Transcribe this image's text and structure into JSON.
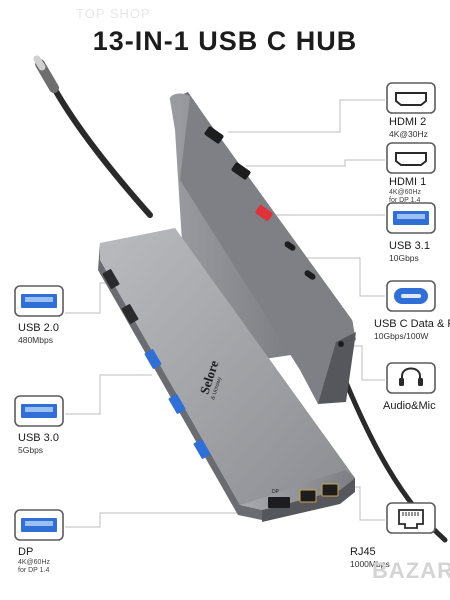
{
  "title": "13-IN-1 USB C HUB",
  "watermark": "TOP SHOP",
  "watermark_bottom": "BAZAR",
  "product": {
    "brand": "Selore",
    "brand_sub": "& Ucrowy",
    "port_dp_label": "DP"
  },
  "ports_right": [
    {
      "name": "HDMI 2",
      "spec": "4K@30Hz",
      "sub": "",
      "icon": "hdmi-port-icon"
    },
    {
      "name": "HDMI 1",
      "spec": "4K@60Hz",
      "sub": "for DP 1.4",
      "icon": "hdmi-port-icon"
    },
    {
      "name": "USB 3.1",
      "spec": "10Gbps",
      "sub": "",
      "icon": "usb-a-port-icon"
    },
    {
      "name": "USB C Data & PD",
      "spec": "10Gbps/100W",
      "sub": "",
      "icon": "usb-c-port-icon"
    },
    {
      "name": "Audio&Mic",
      "spec": "",
      "sub": "",
      "icon": "headphones-icon"
    },
    {
      "name": "RJ45",
      "spec": "1000Mbps",
      "sub": "",
      "icon": "ethernet-port-icon"
    }
  ],
  "ports_left": [
    {
      "name": "USB 2.0",
      "spec": "480Mbps",
      "sub": "",
      "icon": "usb-a-port-icon"
    },
    {
      "name": "USB 3.0",
      "spec": "5Gbps",
      "sub": "",
      "icon": "usb-a-port-icon"
    },
    {
      "name": "DP",
      "spec": "4K@60Hz",
      "sub": "for DP 1.4",
      "icon": "usb-a-port-icon"
    }
  ],
  "colors": {
    "hub_body": "#8f9196",
    "hub_dark": "#5a5c61",
    "usb3_blue": "#2f6fd6",
    "usb31_red": "#e0323a",
    "usbc_blue": "#2f6fd6",
    "line": "#bfbfbf"
  }
}
